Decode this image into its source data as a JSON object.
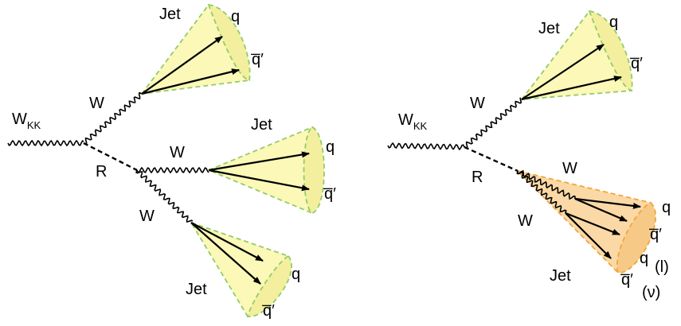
{
  "left_diagram": {
    "incoming": "W",
    "incoming_sub": "KK",
    "w_upper": "W",
    "r_label": "R",
    "w_middle": "W",
    "w_lower": "W",
    "jet_top": {
      "jet": "Jet",
      "q": "q",
      "qbar": "q̅′"
    },
    "jet_mid": {
      "jet": "Jet",
      "q": "q",
      "qbar": "q̅′"
    },
    "jet_bot": {
      "jet": "Jet",
      "q": "q",
      "qbar": "q̅′"
    }
  },
  "right_diagram": {
    "incoming": "W",
    "incoming_sub": "KK",
    "w_upper": "W",
    "r_label": "R",
    "w_inner_upper": "W",
    "w_inner_lower": "W",
    "jet_top": {
      "jet": "Jet",
      "q": "q",
      "qbar": "q̅′"
    },
    "fat_jet": {
      "jet": "Jet",
      "q1": "q",
      "qbar1": "q̅′",
      "q2": "q",
      "lepton": "(l)",
      "qbar2": "q̅′",
      "neutrino": "(ν)"
    }
  }
}
